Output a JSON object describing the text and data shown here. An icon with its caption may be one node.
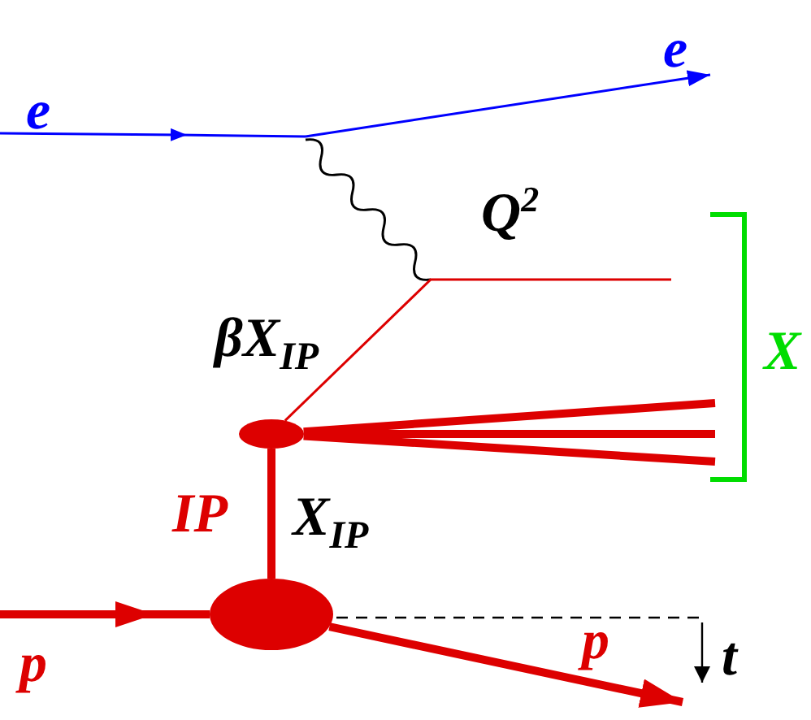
{
  "diagram": {
    "nodes": [
      {
        "text": [],
        "shape": "circle"
      },
      {
        "text": [],
        "shape": "circle"
      }
    ],
    "edges": [
      {
        "from": null,
        "to": 1,
        "arrow": "to",
        "label": "p"
      },
      {
        "from": 1,
        "to": null,
        "arrow": "to",
        "label": "p"
      },
      {
        "from": 1,
        "to": 0,
        "arrow": "none"
      },
      {
        "from": 0,
        "to": null,
        "arrow": "none"
      },
      {
        "from": 0,
        "to": null,
        "arrow": "none"
      },
      {
        "from": 0,
        "to": null,
        "arrow": "none"
      },
      {
        "from": 0,
        "to": null,
        "arrow": "none"
      }
    ],
    "labels": [
      "e",
      "e",
      "Q$^{2}$",
      "βX$_{IP}$",
      "X",
      "IP",
      "X$_{IP}$",
      "t"
    ]
  }
}
